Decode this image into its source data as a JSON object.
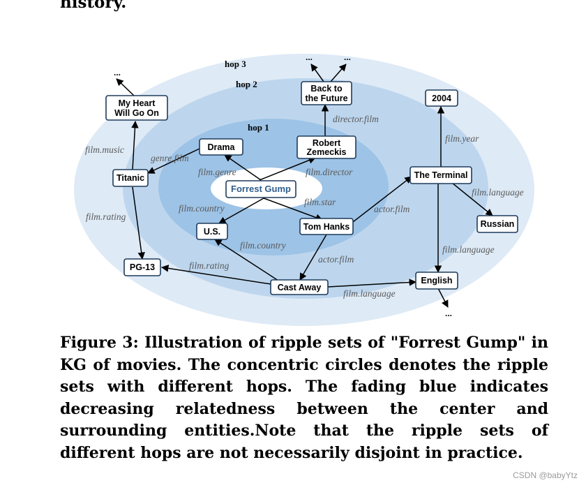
{
  "header_text": "history.",
  "hops": {
    "hop1": "hop 1",
    "hop2": "hop 2",
    "hop3": "hop 3"
  },
  "center": "Forrest Gump",
  "nodes": {
    "drama": "Drama",
    "zemeckis": [
      "Robert",
      "Zemeckis"
    ],
    "us": "U.S.",
    "tomhanks": "Tom Hanks",
    "titanic": "Titanic",
    "myheart": [
      "My Heart",
      "Will Go On"
    ],
    "backtofuture": [
      "Back to",
      "the Future"
    ],
    "terminal": "The Terminal",
    "y2004": "2004",
    "russian": "Russian",
    "pg13": "PG-13",
    "castaway": "Cast Away",
    "english": "English"
  },
  "relations": {
    "film_genre": "film.genre",
    "genre_film": "genre.film",
    "film_director": "film.director",
    "director_film": "director.film",
    "film_country": "film.country",
    "film_star": "film.star",
    "actor_film": "actor.film",
    "film_music": "film.music",
    "film_rating": "film.rating",
    "film_year": "film.year",
    "film_language": "film.language"
  },
  "ellipsis": "...",
  "caption": "Figure 3: Illustration of ripple sets of \"Forrest Gump\" in KG of movies. The concentric circles denotes the ripple sets with different hops. The fading blue indicates decreasing relatedness between the center and surrounding entities.Note that the ripple sets of different hops are not necessarily disjoint in practice.",
  "watermark": "CSDN @babyYtz",
  "colors": {
    "hop3_fill": "#deeaf6",
    "hop2_fill": "#bdd6ee",
    "hop1_fill": "#9dc3e6",
    "node_border": "#1f3b5a",
    "center_text": "#2f5d8c"
  }
}
